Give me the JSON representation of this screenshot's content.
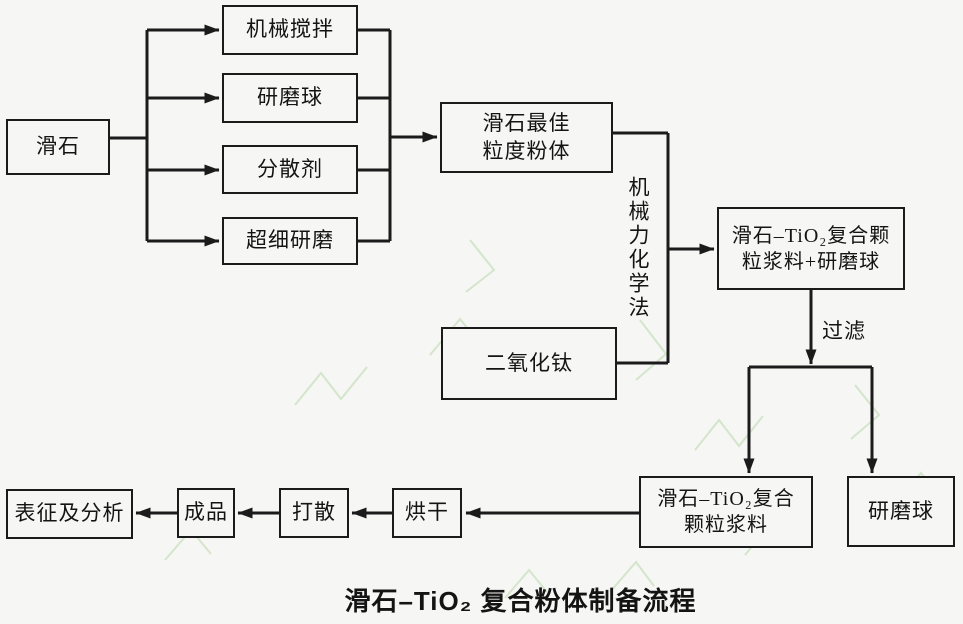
{
  "colors": {
    "background": "#f6f6f4",
    "line": "#1b1b1b",
    "text": "#141414",
    "watermark": "#b8d7ac"
  },
  "caption": "滑石–TiO₂ 复合粉体制备流程",
  "labels": {
    "mechanochemical": "机械力化学法",
    "filter": "过滤"
  },
  "nodes": {
    "talc": {
      "label": "滑石"
    },
    "mechanical_stirring": {
      "label": "机械搅拌"
    },
    "grinding_balls_top": {
      "label": "研磨球"
    },
    "dispersant": {
      "label": "分散剂"
    },
    "ultrafine_grinding": {
      "label": "超细研磨"
    },
    "optimal_powder": {
      "label": "滑石最佳\n粒度粉体"
    },
    "titanium_dioxide": {
      "label": "二氧化钛"
    },
    "composite_slurry_balls": {
      "label": "滑石–TiO₂复合颗\n粒浆料+研磨球"
    },
    "composite_slurry": {
      "label": "滑石–TiO₂复合\n颗粒浆料"
    },
    "grinding_balls_bottom": {
      "label": "研磨球"
    },
    "drying": {
      "label": "烘干"
    },
    "break_up": {
      "label": "打散"
    },
    "finished_product": {
      "label": "成品"
    },
    "characterization": {
      "label": "表征及分析"
    }
  }
}
